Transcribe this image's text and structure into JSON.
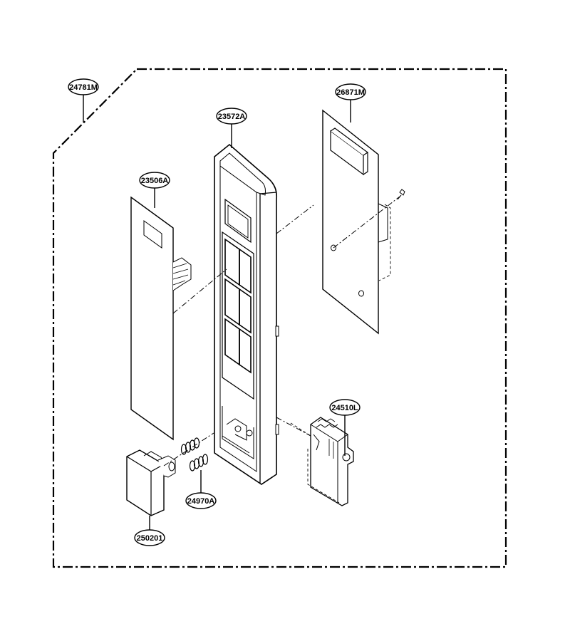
{
  "labels": {
    "assembly": "24781M",
    "control_panel_frame": "23572A",
    "membrane_switch": "23506A",
    "pcb_assembly": "26871M",
    "door_button": "250201",
    "springs": "24970A",
    "latch_lever": "24510L"
  }
}
